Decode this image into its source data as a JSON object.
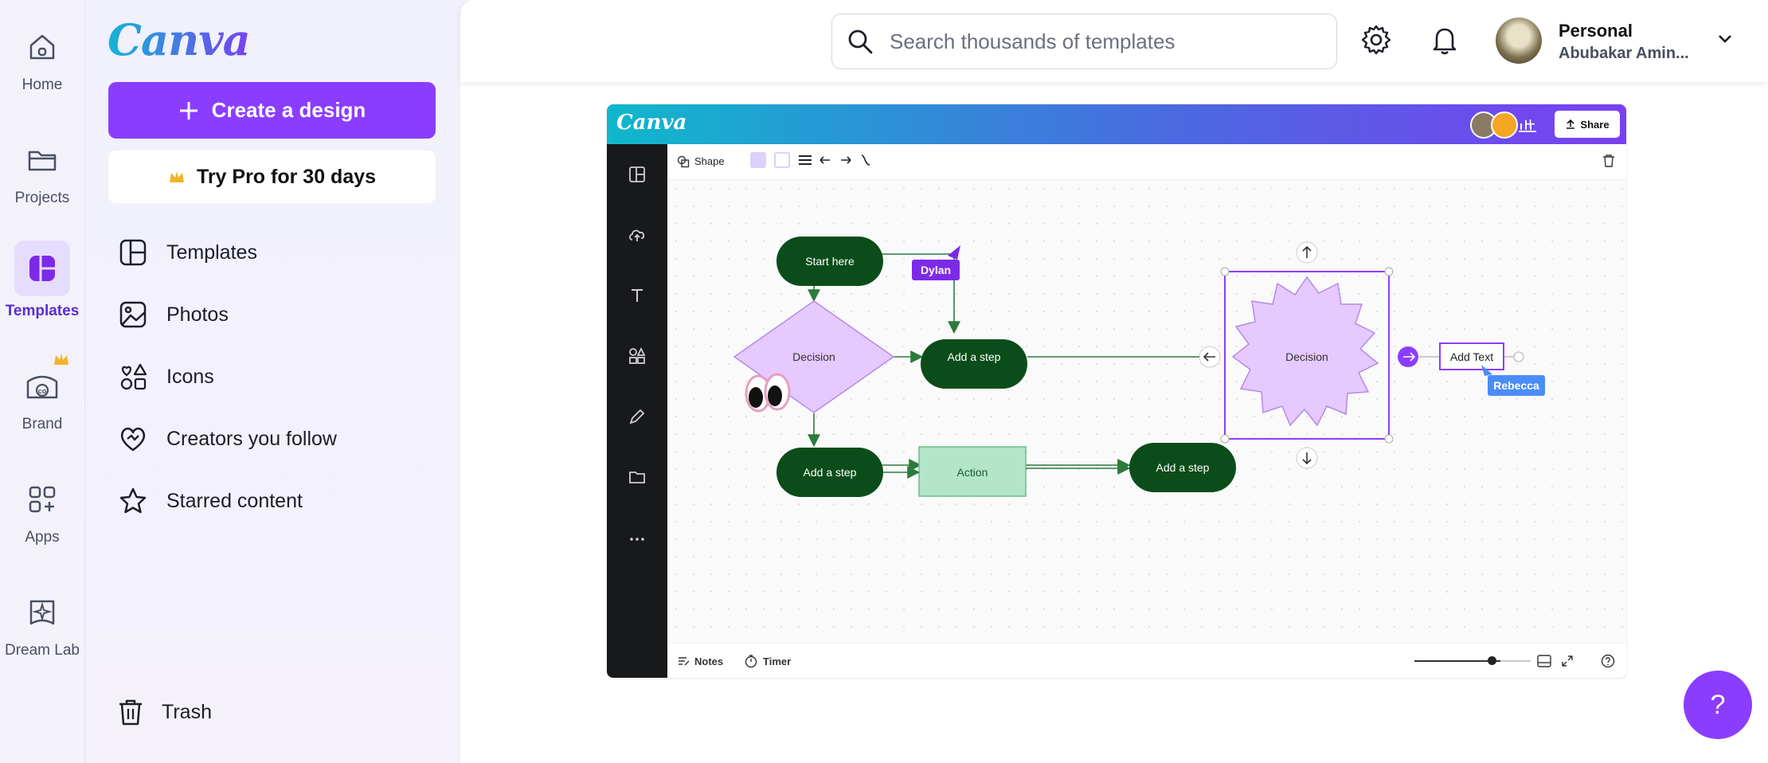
{
  "rail": {
    "items": [
      {
        "label": "Home",
        "icon": "home-icon"
      },
      {
        "label": "Projects",
        "icon": "folder-icon"
      },
      {
        "label": "Templates",
        "icon": "templates-icon",
        "active": true
      },
      {
        "label": "Brand",
        "icon": "brand-icon"
      },
      {
        "label": "Apps",
        "icon": "apps-icon"
      },
      {
        "label": "Dream Lab",
        "icon": "dream-lab-icon"
      }
    ]
  },
  "panel": {
    "logo": "Canva",
    "create_label": "Create a design",
    "pro_label": "Try Pro for 30 days",
    "nav": [
      {
        "label": "Templates",
        "icon": "templates-outline-icon"
      },
      {
        "label": "Photos",
        "icon": "photo-icon"
      },
      {
        "label": "Icons",
        "icon": "shapes-icon"
      },
      {
        "label": "Creators you follow",
        "icon": "heart-icon"
      },
      {
        "label": "Starred content",
        "icon": "star-icon"
      }
    ],
    "trash_label": "Trash"
  },
  "header": {
    "search_placeholder": "Search thousands of templates",
    "account_name": "Personal",
    "account_user": "Abubakar Amin..."
  },
  "preview": {
    "logo": "Canva",
    "share_label": "Share",
    "toolbar_shape_label": "Shape",
    "notes_label": "Notes",
    "timer_label": "Timer",
    "nodes": {
      "start": "Start here",
      "decision_1": "Decision",
      "step_1": "Add a step",
      "decision_2": "Decision",
      "add_text": "Add Text",
      "step_2": "Add a step",
      "action": "Action",
      "step_3": "Add a step"
    },
    "cursors": {
      "dylan": "Dylan",
      "rebecca": "Rebecca"
    }
  },
  "help_label": "?",
  "colors": {
    "accent": "#8b3dff",
    "node_dark": "#0b4d1a",
    "node_light": "#e5c9ff",
    "action_fill": "#b3e6c8"
  }
}
